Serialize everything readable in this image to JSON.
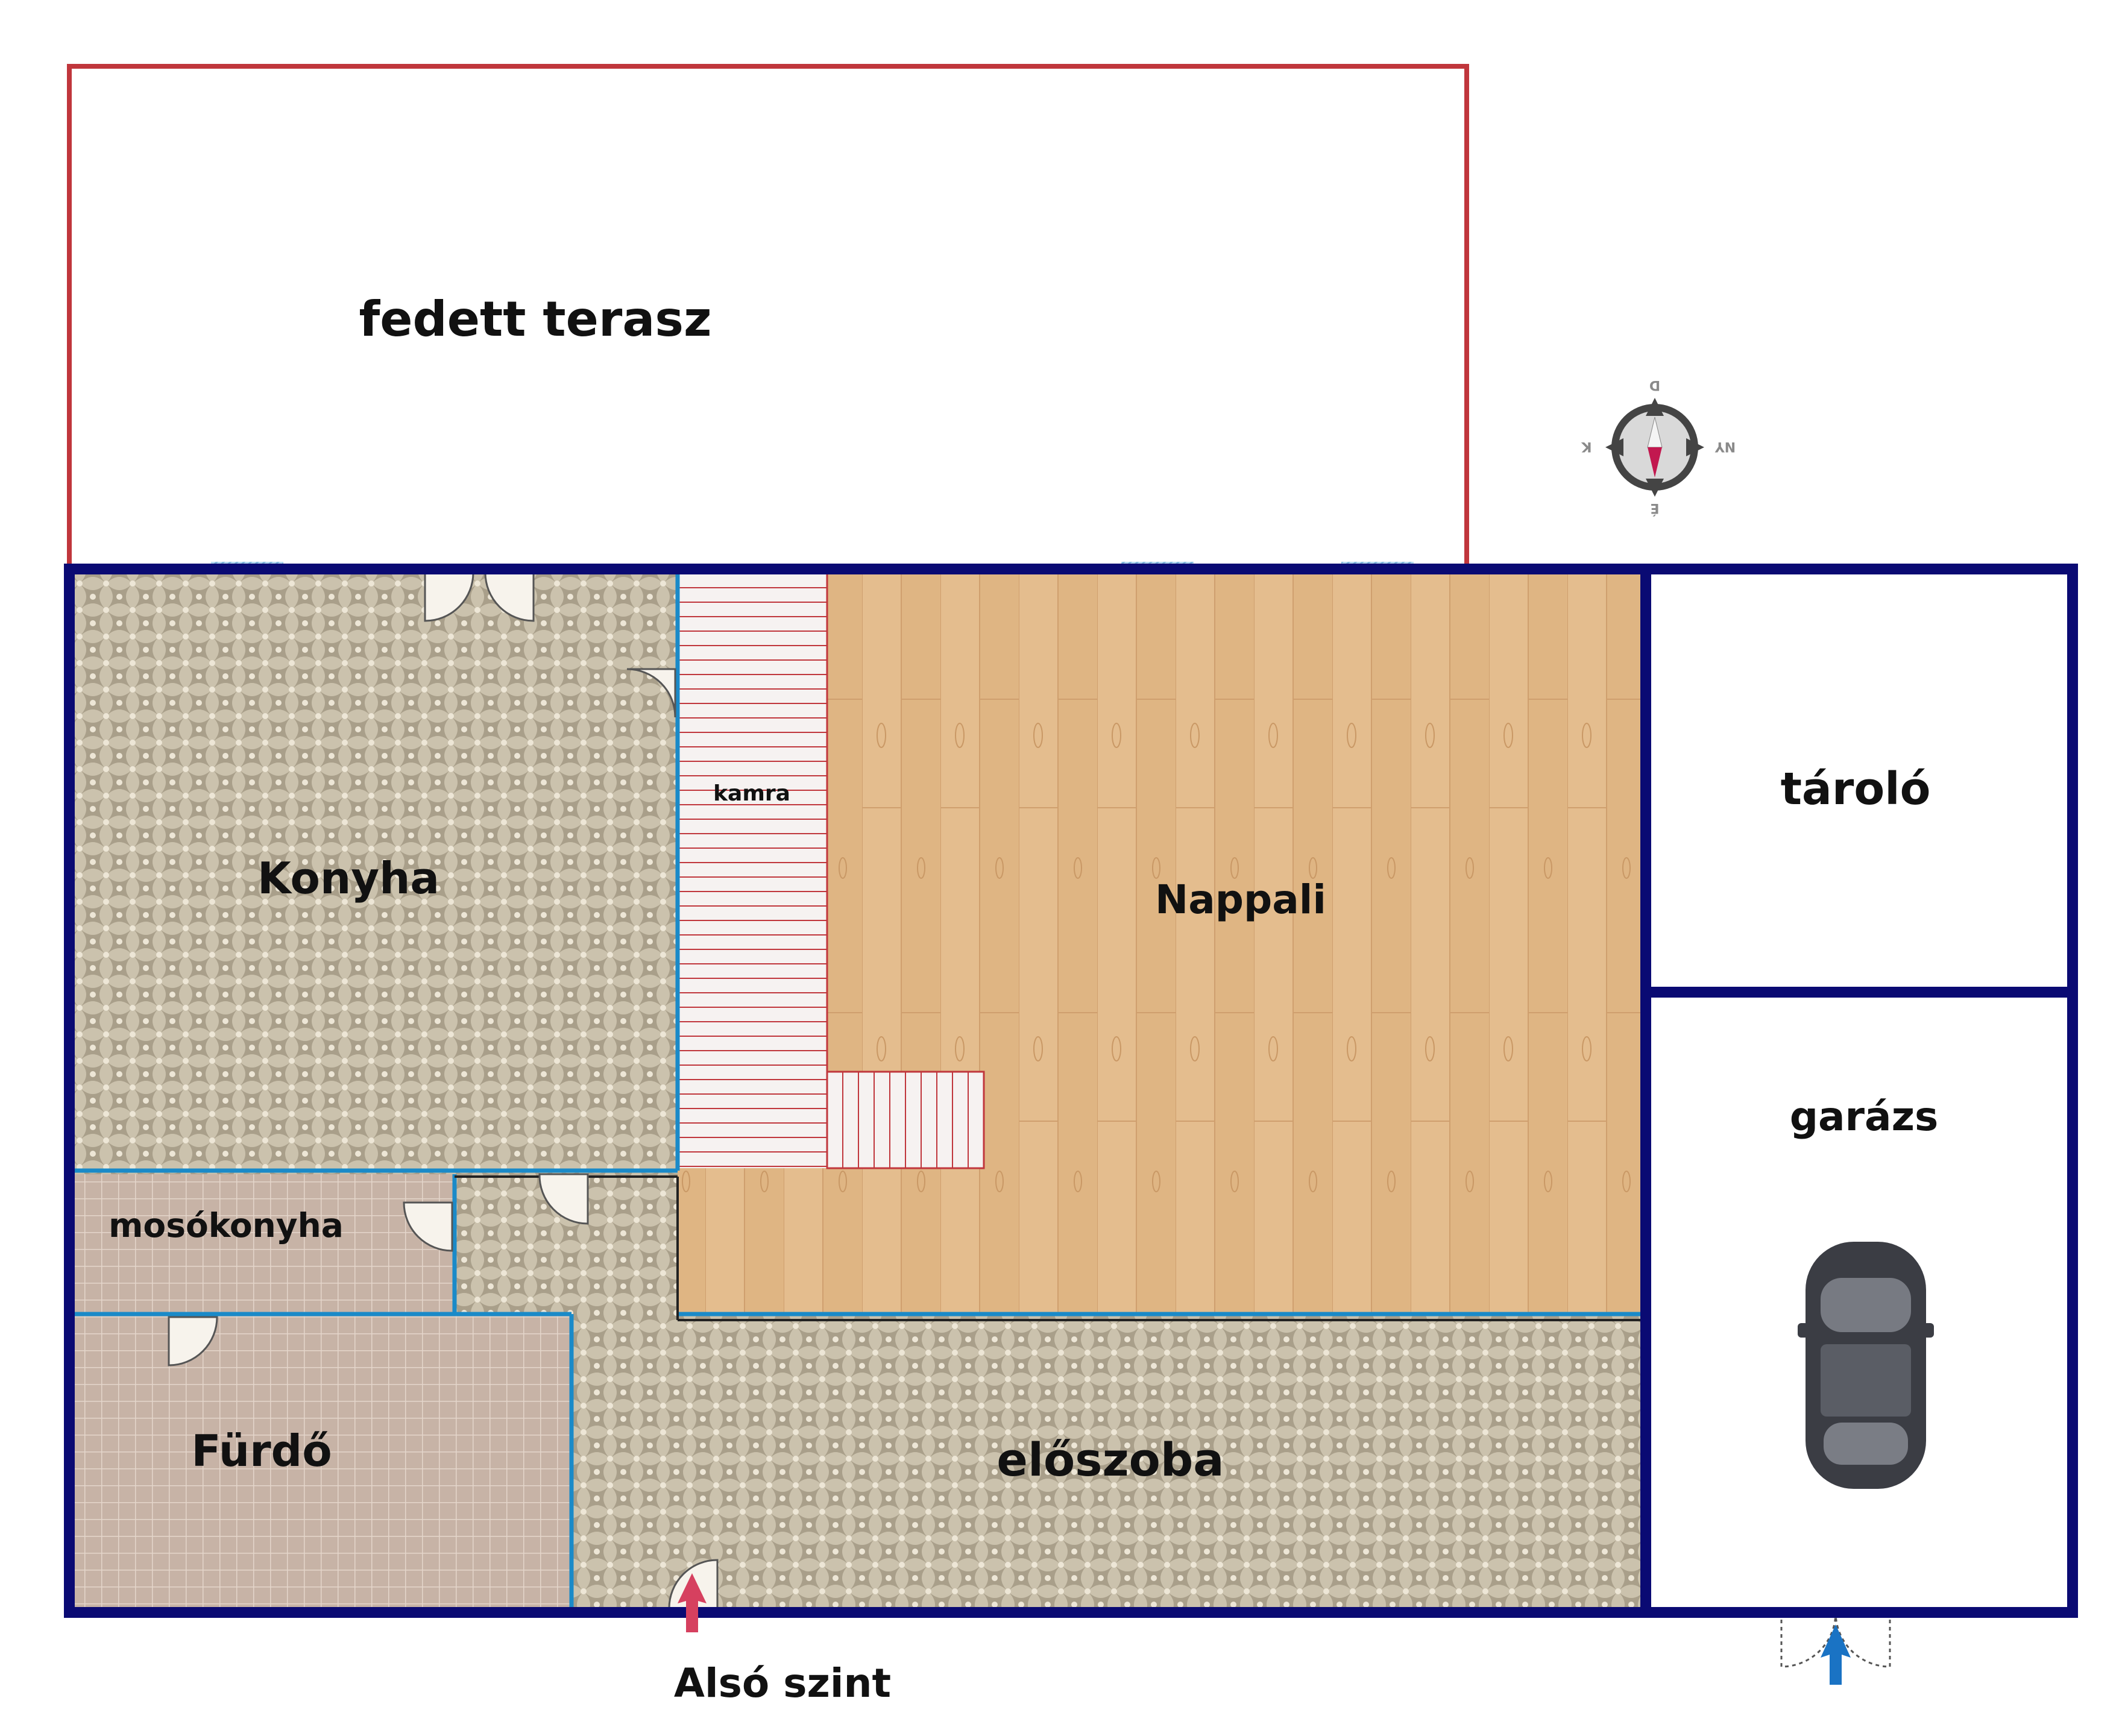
{
  "rooms": {
    "terrace": "fedett terasz",
    "kitchen": "Konyha",
    "pantry": "kamra",
    "living": "Nappali",
    "storage": "tároló",
    "garage": "garázs",
    "laundry": "mosókonyha",
    "bathroom": "Fürdő",
    "hall": "előszoba"
  },
  "level_caption": "Alsó szint",
  "compass": {
    "n": "D",
    "s": "É",
    "e": "NY",
    "w": "K"
  },
  "icons": [
    "compass-icon",
    "car-icon",
    "entrance-arrow-icon",
    "garage-arrow-icon"
  ],
  "colors": {
    "outer_wall": "#0a0a73",
    "inner_wall": "#1a8ac8",
    "terrace_outline": "#c0363c",
    "stair_lines": "#c0363c",
    "wood": "#dfb583",
    "tile": "#c9bfaa",
    "bath_tile": "#c9b4a8",
    "window": "#9cc9e8",
    "entrance_arrow": "#d6405f",
    "garage_arrow": "#1a73c4"
  }
}
